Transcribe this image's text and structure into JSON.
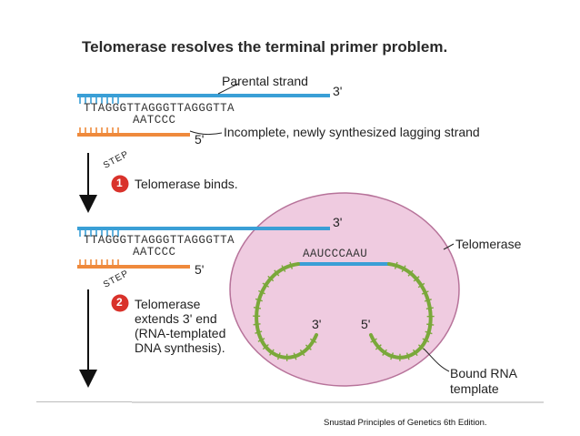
{
  "title": "Telomerase resolves the terminal primer problem.",
  "labels": {
    "parental_strand": "Parental strand",
    "three_prime_top": "3'",
    "seq_top": "TTAGGGTTAGGGTTAGGGTTA",
    "seq_lag": "AATCCC",
    "five_prime_lag": "5'",
    "incomplete": "Incomplete, newly synthesized lagging strand",
    "step_word": "STEP",
    "step1_num": "1",
    "step1_text": "Telomerase binds.",
    "three_prime_2": "3'",
    "seq_top2": "TTAGGGTTAGGGTTAGGGTTA",
    "seq_lag2": "AATCCC",
    "five_prime_2": "5'",
    "rna_seq": "AAUCCCAAU",
    "telomerase": "Telomerase",
    "step2_num": "2",
    "step2_line1": "Telomerase",
    "step2_line2": "extends 3' end",
    "step2_line3": "(RNA-templated",
    "step2_line4": "DNA synthesis).",
    "rna_3": "3'",
    "rna_5": "5'",
    "bound_rna_1": "Bound RNA",
    "bound_rna_2": "template"
  },
  "caption": "Snustad Principles of Genetics 6th Edition.",
  "colors": {
    "parental_blue": "#3a9fd6",
    "lagging_orange": "#ef8a3c",
    "rna_green": "#7aa83a",
    "telomerase_fill": "#efcbe0",
    "telomerase_edge": "#b7739a",
    "step_red": "#d9322b"
  }
}
